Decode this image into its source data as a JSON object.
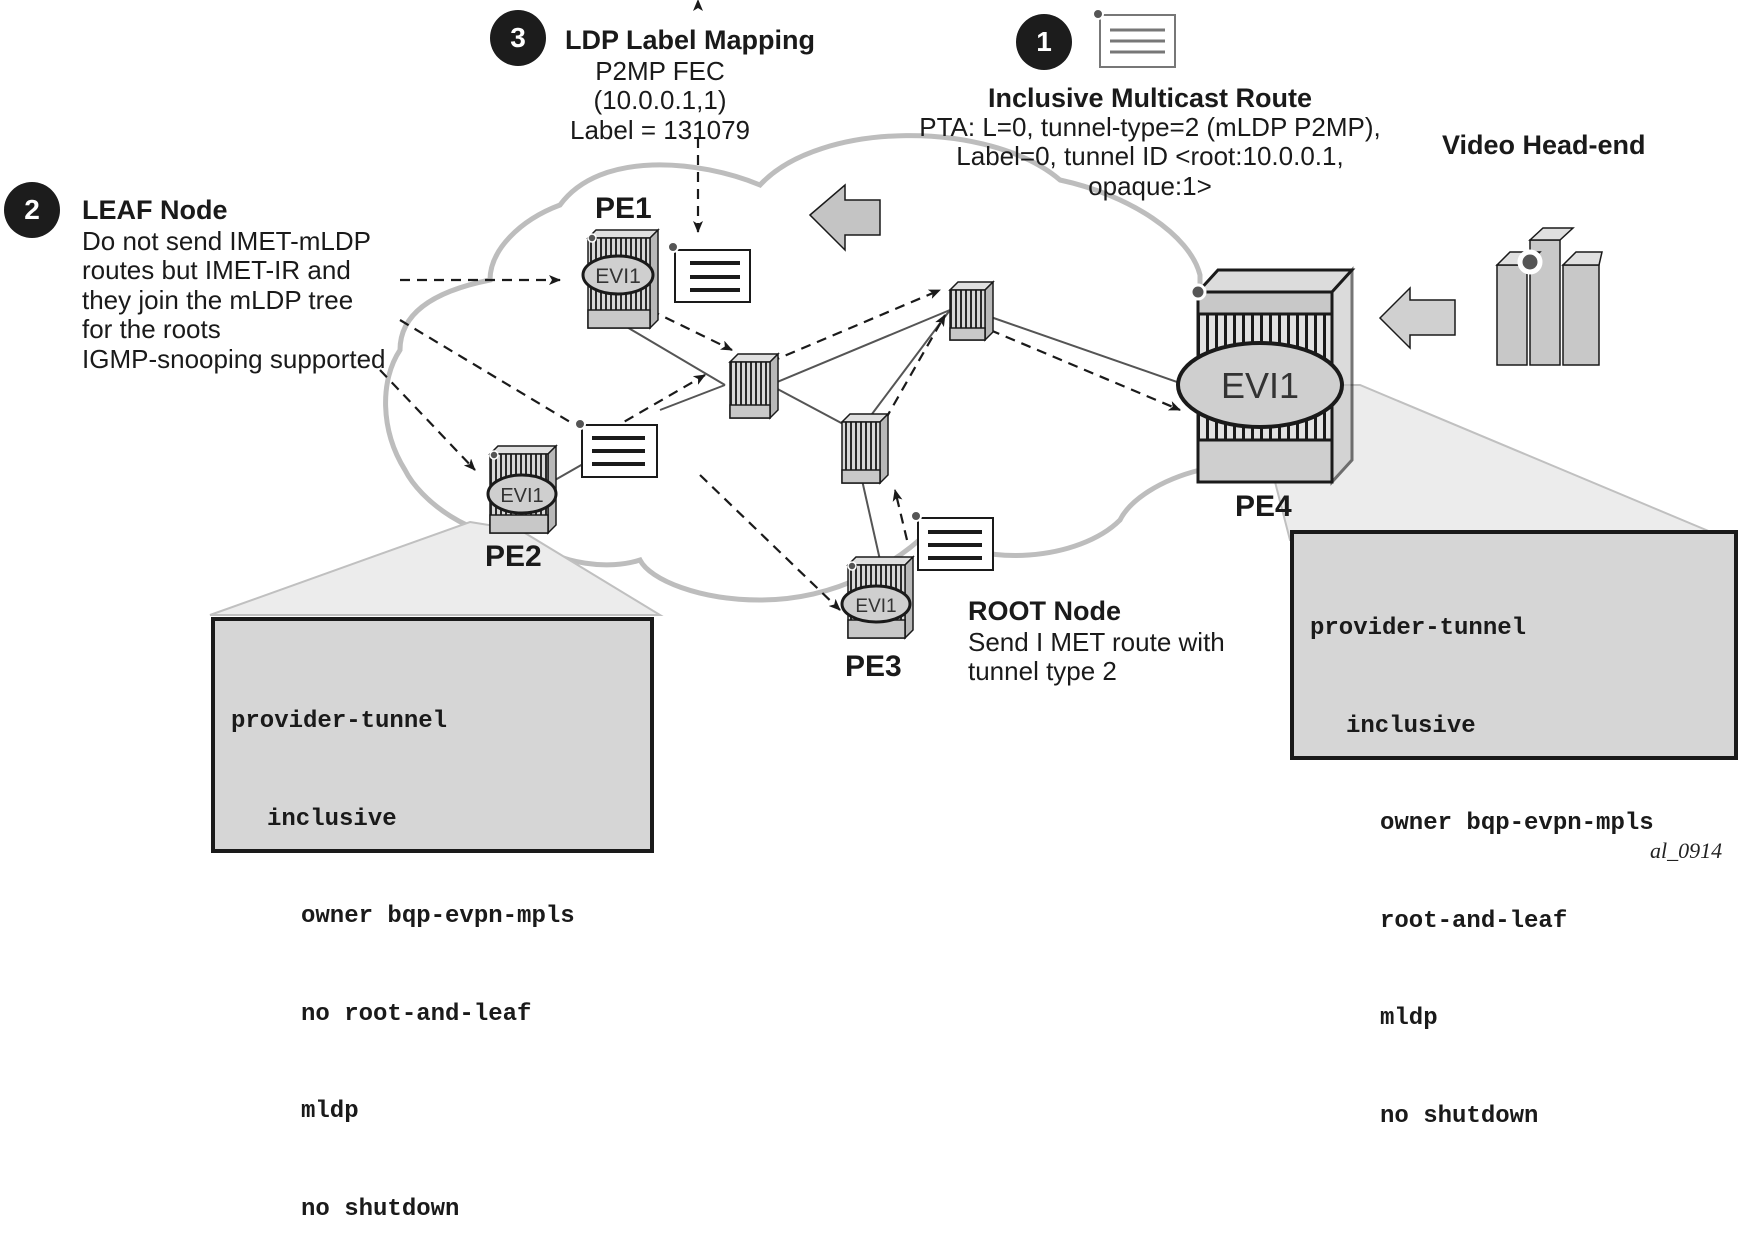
{
  "figure_id": "al_0914",
  "callouts": {
    "step1": {
      "number": "1",
      "title": "Inclusive Multicast Route",
      "lines": [
        "PTA: L=0, tunnel-type=2 (mLDP P2MP),",
        "Label=0, tunnel ID <root:10.0.0.1,",
        "opaque:1>"
      ]
    },
    "step2": {
      "number": "2",
      "title": "LEAF Node",
      "lines": [
        "Do not send IMET-mLDP",
        "routes but IMET-IR and",
        "they join the mLDP tree",
        "for the roots",
        "IGMP-snooping supported"
      ]
    },
    "step3": {
      "number": "3",
      "title": "LDP Label Mapping",
      "lines": [
        "P2MP FEC",
        "(10.0.0.1,1)",
        "Label = 131079"
      ]
    },
    "root": {
      "title": "ROOT Node",
      "lines": [
        "Send I MET route with",
        "tunnel type 2"
      ]
    },
    "video": {
      "title": "Video Head-end"
    }
  },
  "nodes": {
    "pe1": {
      "label": "PE1",
      "evi": "EVI1"
    },
    "pe2": {
      "label": "PE2",
      "evi": "EVI1"
    },
    "pe3": {
      "label": "PE3",
      "evi": "EVI1"
    },
    "pe4": {
      "label": "PE4",
      "evi": "EVI1"
    }
  },
  "config_pe2": {
    "lines": [
      "provider-tunnel",
      "inclusive",
      "owner bqp-evpn-mpls",
      "no root-and-leaf",
      "mldp",
      "no shutdown"
    ]
  },
  "config_pe4": {
    "lines": [
      "provider-tunnel",
      "inclusive",
      "owner bqp-evpn-mpls",
      "root-and-leaf",
      "mldp",
      "no shutdown"
    ]
  },
  "colors": {
    "cloud_outline": "#bdbdbd",
    "badge": "#1c1c1c",
    "config_bg": "#d6d6d6",
    "arrow_fill": "#c4c4c4",
    "router_body": "#c8c8c8",
    "evi_fill": "#cfcfcf"
  }
}
